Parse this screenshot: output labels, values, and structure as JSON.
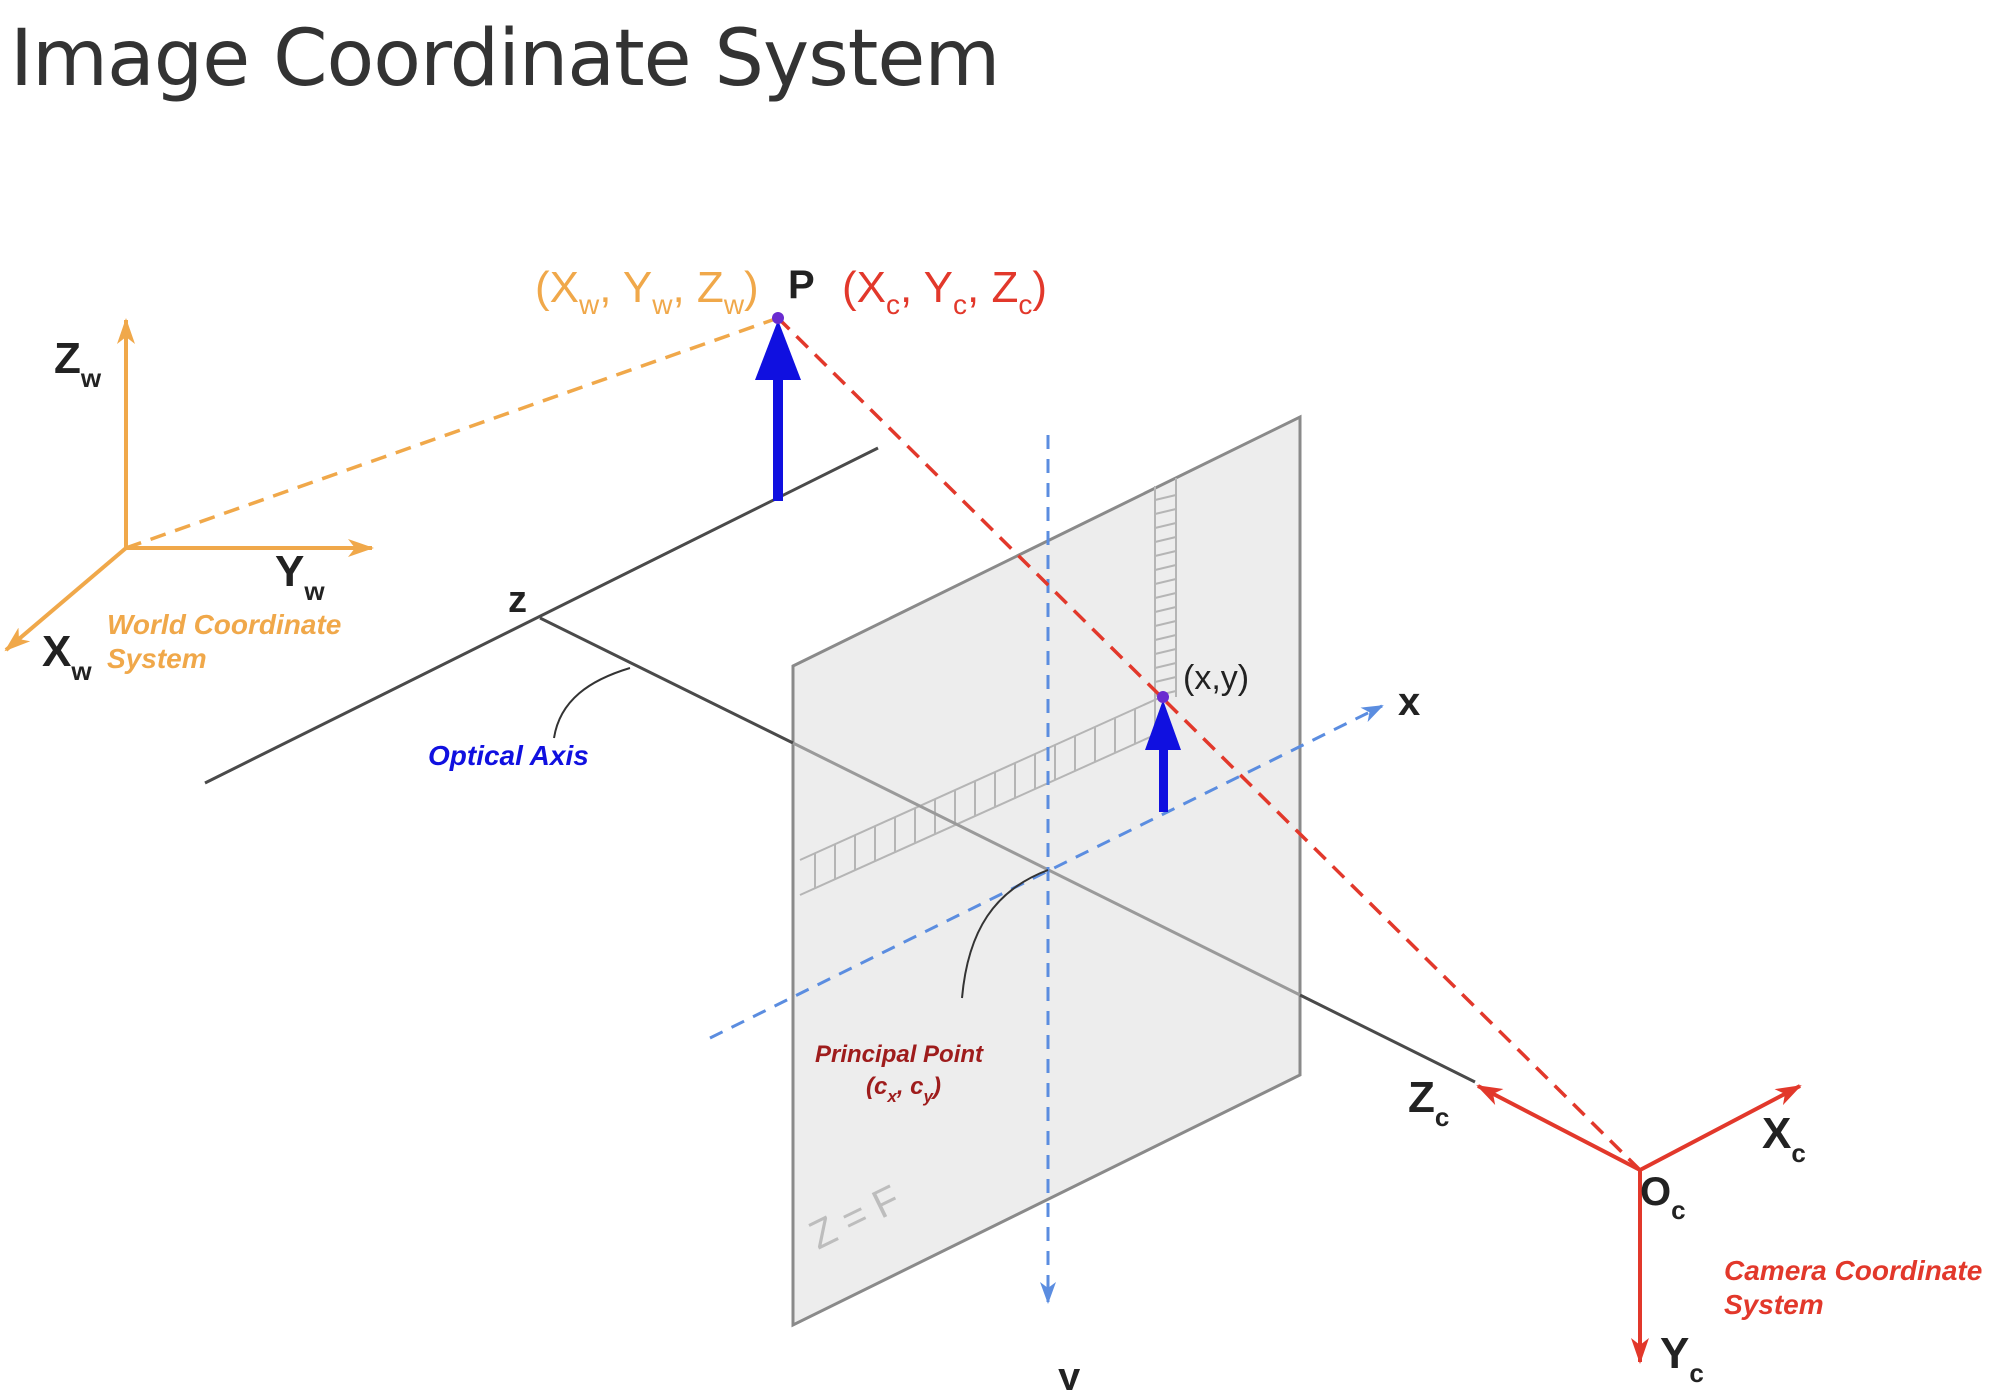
{
  "title": "Image Coordinate System",
  "colors": {
    "world": "#f0a84a",
    "camera": "#e2382b",
    "optical_blue": "#1010e0",
    "dashed_blue": "#5b8de0",
    "axis_dark": "#4a4a4a",
    "plane_fill": "#ededed",
    "principal_text": "#9e1c1c"
  },
  "world": {
    "zw": {
      "main": "Z",
      "sub": "w"
    },
    "yw": {
      "main": "Y",
      "sub": "w"
    },
    "xw": {
      "main": "X",
      "sub": "w"
    },
    "label_line1": "World Coordinate",
    "label_line2": "System"
  },
  "point_p": {
    "name": "P",
    "world_coords": {
      "open": "(X",
      "s1": "w",
      "c1": ", Y",
      "s2": "w",
      "c2": ", Z",
      "s3": "w",
      "close": ")"
    },
    "camera_coords": {
      "open": "(X",
      "s1": "c",
      "c1": ", Y",
      "s2": "c",
      "c2": ", Z",
      "s3": "c",
      "close": ")"
    }
  },
  "optical": {
    "z_label": "z",
    "axis_label": "Optical Axis"
  },
  "image_plane": {
    "xy_label": "(x,y)",
    "x_label": "x",
    "y_label": "y",
    "plane_equation": "Z = F"
  },
  "principal_point": {
    "line1": "Principal Point",
    "line2": {
      "open": "(c",
      "s1": "x",
      "mid": ", c",
      "s2": "y",
      "close": ")"
    }
  },
  "camera": {
    "zc": {
      "main": "Z",
      "sub": "c"
    },
    "xc": {
      "main": "X",
      "sub": "c"
    },
    "yc": {
      "main": "Y",
      "sub": "c"
    },
    "oc": {
      "main": "O",
      "sub": "c"
    },
    "label_line1": "Camera Coordinate",
    "label_line2": "System"
  }
}
